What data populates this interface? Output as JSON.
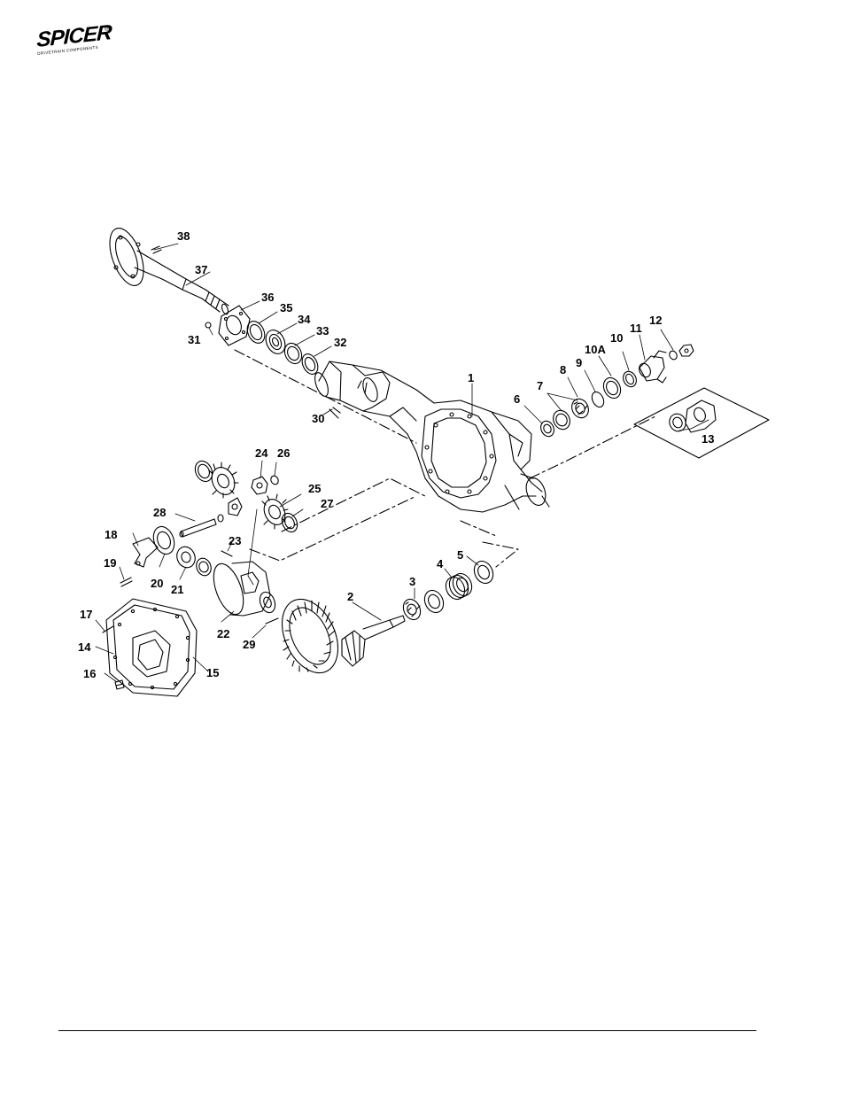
{
  "brand": {
    "name": "SPICER",
    "registered_mark": "®",
    "tagline": "DRIVETRAIN COMPONENTS"
  },
  "callouts": {
    "c1": "1",
    "c2": "2",
    "c3": "3",
    "c4": "4",
    "c5": "5",
    "c6": "6",
    "c7": "7",
    "c8": "8",
    "c9": "9",
    "c10": "10",
    "c10a": "10A",
    "c11": "11",
    "c12": "12",
    "c13": "13",
    "c14": "14",
    "c15": "15",
    "c16": "16",
    "c17": "17",
    "c18": "18",
    "c19": "19",
    "c20": "20",
    "c21": "21",
    "c22": "22",
    "c23": "23",
    "c24": "24",
    "c25": "25",
    "c26": "26",
    "c27": "27",
    "c28": "28",
    "c29": "29",
    "c30": "30",
    "c31": "31",
    "c32": "32",
    "c33": "33",
    "c34": "34",
    "c35": "35",
    "c36": "36",
    "c37": "37",
    "c38": "38"
  },
  "colors": {
    "ink": "#000000",
    "paper": "#ffffff"
  }
}
